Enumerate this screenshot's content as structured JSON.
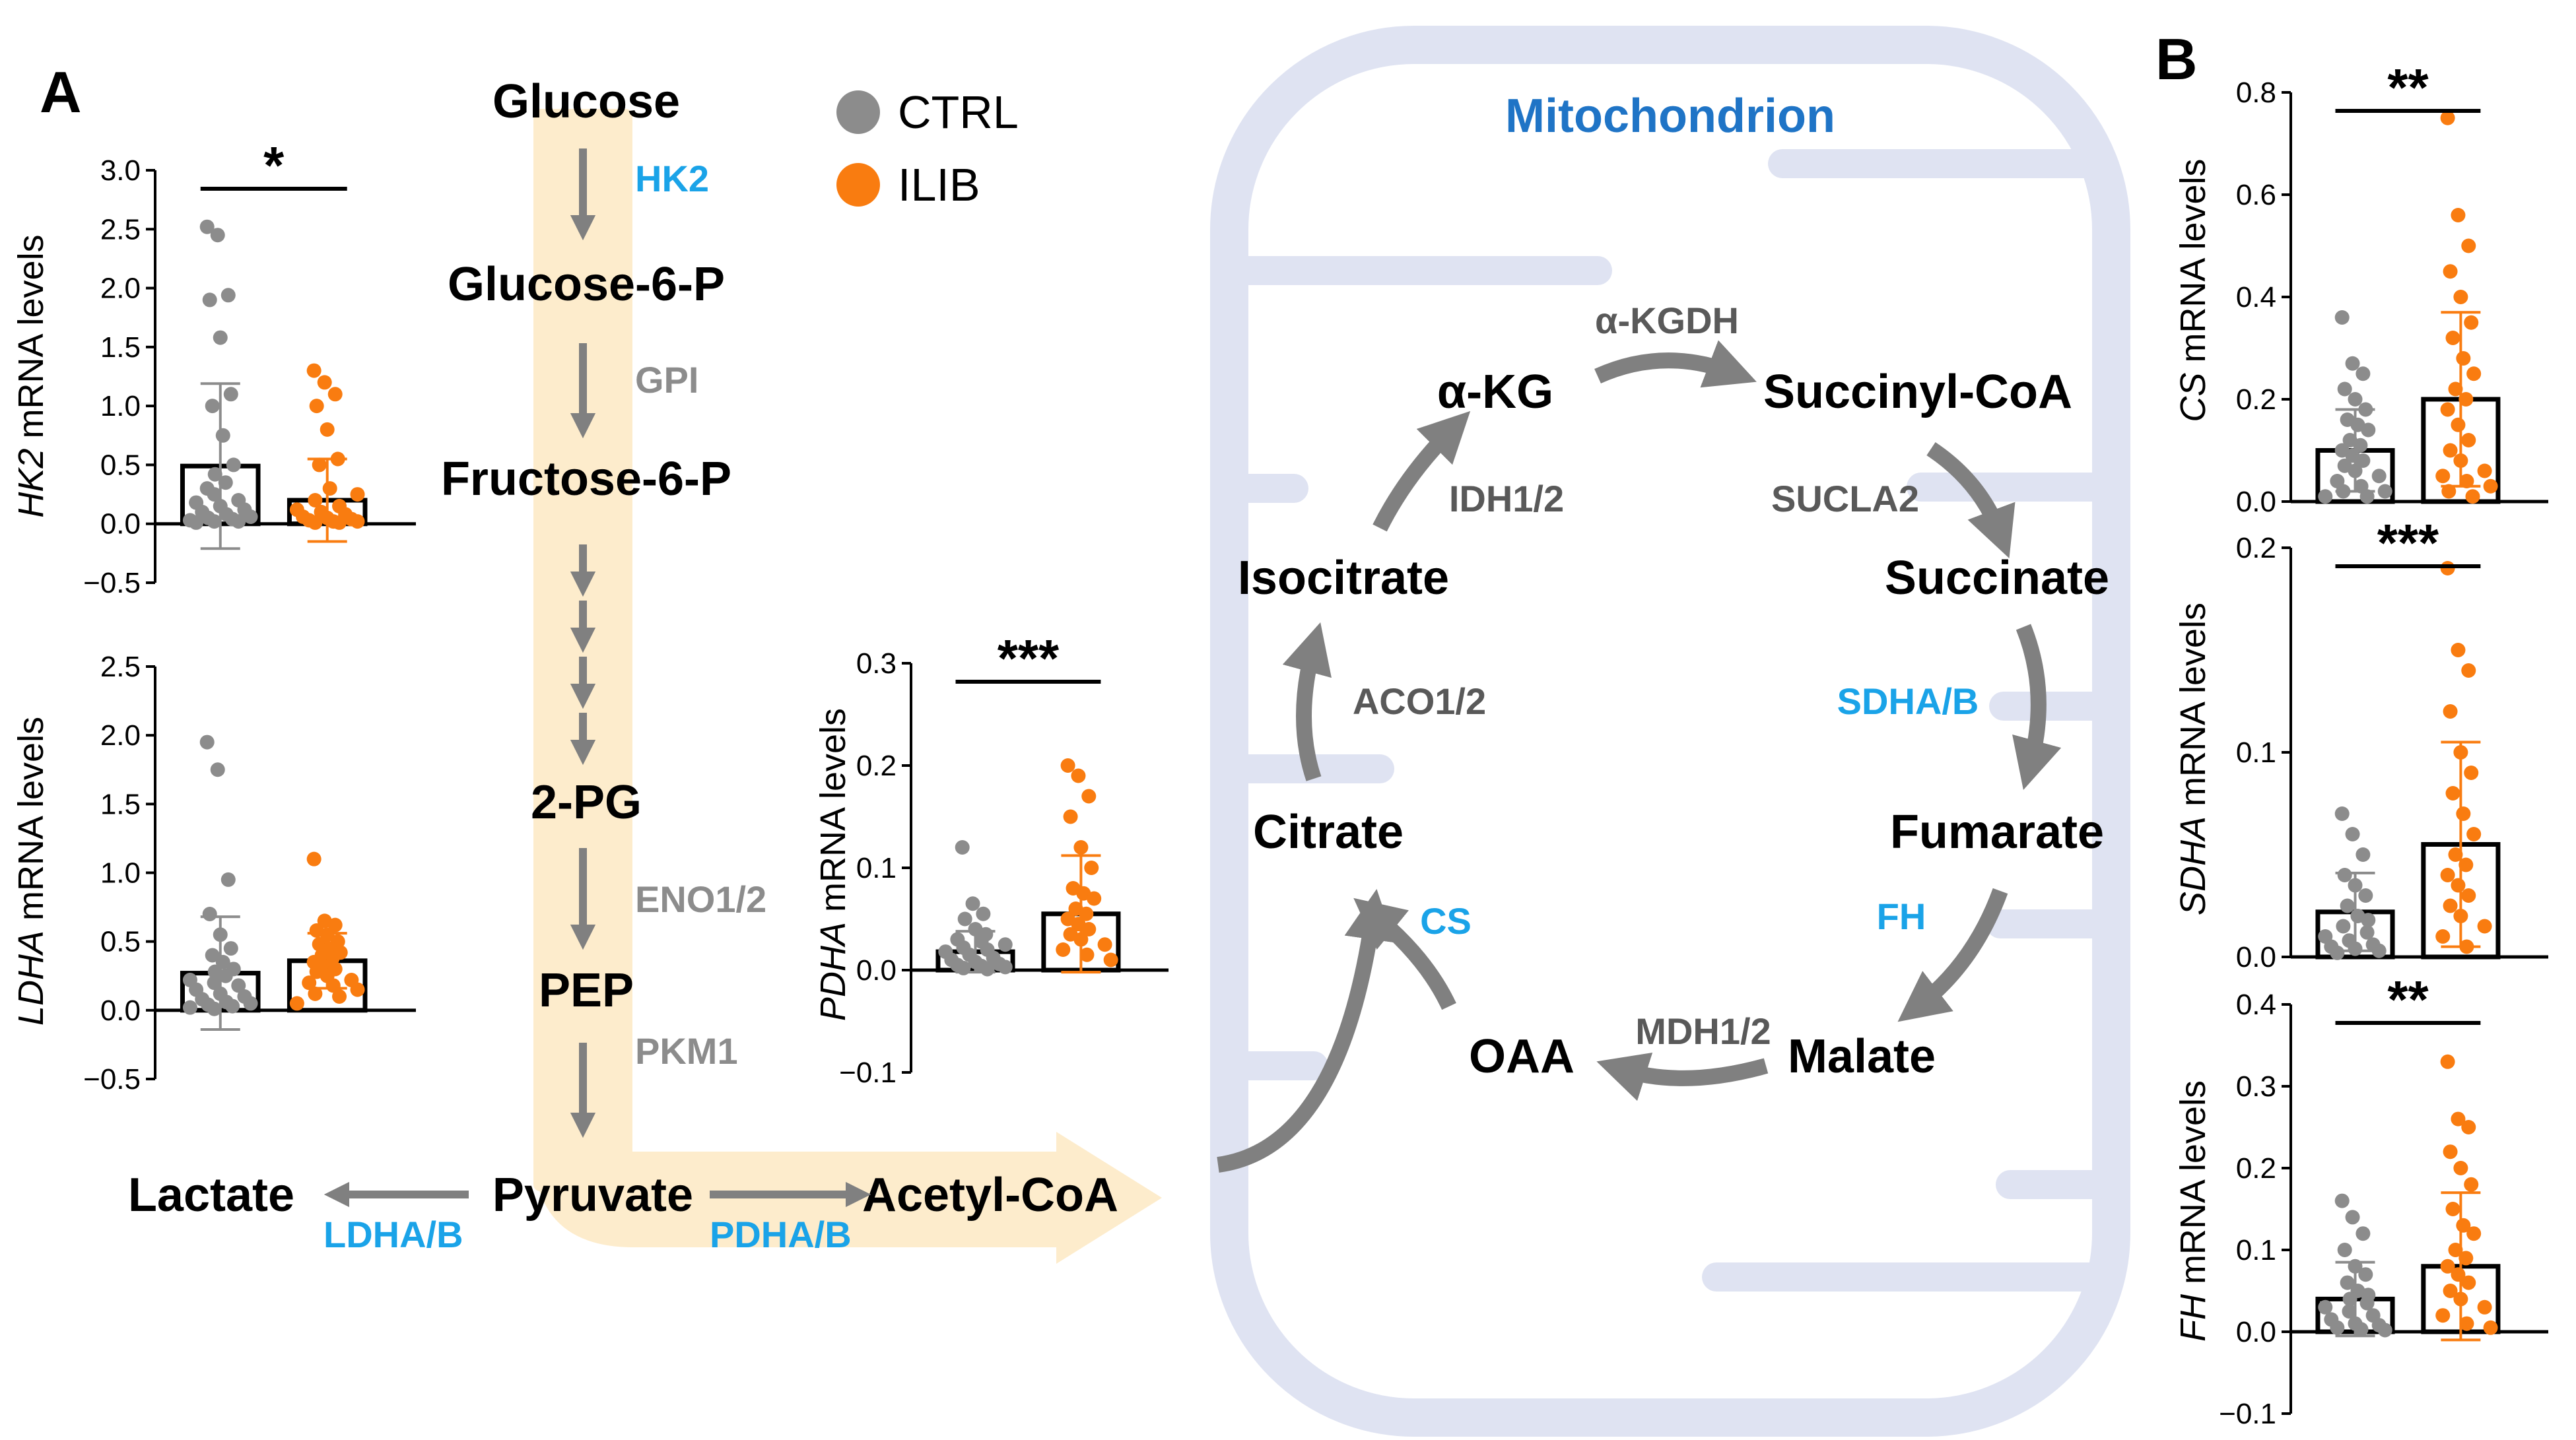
{
  "panel_labels": {
    "a": "A",
    "b": "B"
  },
  "legend": [
    {
      "label": "CTRL",
      "color": "#8c8c8c"
    },
    {
      "label": "ILIB",
      "color": "#f97c10"
    }
  ],
  "colors": {
    "ctrl": "#8c8c8c",
    "ilib": "#f97c10",
    "arrow": "#808080",
    "enzyme_blue": "#1aa3e8",
    "enzyme_grey": "#8c8c8c",
    "glycolysis_band": "#fdeccc",
    "mitochondrion": "#dfe3f2",
    "mito_title": "#1f74c6"
  },
  "glycolysis": {
    "glucose": "Glucose",
    "g6p": "Glucose-6-P",
    "f6p": "Fructose-6-P",
    "pg2": "2-PG",
    "pep": "PEP",
    "pyruvate": "Pyruvate",
    "lactate": "Lactate",
    "acetylcoa": "Acetyl-CoA",
    "hk2": "HK2",
    "gpi": "GPI",
    "eno": "ENO1/2",
    "pkm": "PKM1",
    "ldh": "LDHA/B",
    "pdh": "PDHA/B"
  },
  "mito": {
    "title": "Mitochondrion",
    "akg": "α-KG",
    "succoa": "Succinyl-CoA",
    "succinate": "Succinate",
    "fumarate": "Fumarate",
    "malate": "Malate",
    "oaa": "OAA",
    "citrate": "Citrate",
    "isocitrate": "Isocitrate",
    "akgdh": "α-KGDH",
    "sucla2": "SUCLA2",
    "sdh": "SDHA/B",
    "fh": "FH",
    "mdh": "MDH1/2",
    "cs": "CS",
    "aco": "ACO1/2",
    "idh": "IDH1/2"
  },
  "chart_data": [
    {
      "id": "hk2",
      "type": "bar",
      "gene": "HK2",
      "ylabel_suffix": " mRNA levels",
      "categories": [
        "CTRL",
        "ILIB"
      ],
      "ylim": [
        -0.5,
        3.0
      ],
      "ticks": [
        "3.0",
        "2.5",
        "2.0",
        "1.5",
        "1.0",
        "0.5",
        "0.0",
        "−0.5"
      ],
      "tick_values": [
        3.0,
        2.5,
        2.0,
        1.5,
        1.0,
        0.5,
        0.0,
        -0.5
      ],
      "significance": "*",
      "series": [
        {
          "name": "CTRL",
          "mean": 0.49,
          "sd": 0.7,
          "points": [
            2.52,
            2.45,
            1.94,
            1.9,
            1.58,
            1.1,
            1.0,
            0.75,
            0.5,
            0.42,
            0.35,
            0.3,
            0.25,
            0.2,
            0.18,
            0.15,
            0.12,
            0.1,
            0.08,
            0.06,
            0.05,
            0.04,
            0.03,
            0.02,
            0.02,
            0.01
          ]
        },
        {
          "name": "ILIB",
          "mean": 0.2,
          "sd": 0.35,
          "points": [
            1.3,
            1.2,
            1.1,
            1.0,
            0.8,
            0.55,
            0.5,
            0.3,
            0.25,
            0.2,
            0.15,
            0.12,
            0.1,
            0.08,
            0.06,
            0.05,
            0.04,
            0.03,
            0.02,
            0.02,
            0.01,
            0.01
          ]
        }
      ]
    },
    {
      "id": "ldha",
      "type": "bar",
      "gene": "LDHA",
      "ylabel_suffix": " mRNA levels",
      "categories": [
        "CTRL",
        "ILIB"
      ],
      "ylim": [
        -0.5,
        2.5
      ],
      "ticks": [
        "2.5",
        "2.0",
        "1.5",
        "1.0",
        "0.5",
        "0.0",
        "−0.5"
      ],
      "tick_values": [
        2.5,
        2.0,
        1.5,
        1.0,
        0.5,
        0.0,
        -0.5
      ],
      "significance": "",
      "series": [
        {
          "name": "CTRL",
          "mean": 0.27,
          "sd": 0.41,
          "points": [
            1.95,
            1.75,
            0.95,
            0.7,
            0.55,
            0.45,
            0.4,
            0.35,
            0.3,
            0.28,
            0.25,
            0.22,
            0.2,
            0.18,
            0.15,
            0.12,
            0.1,
            0.08,
            0.06,
            0.05,
            0.04,
            0.03,
            0.02,
            0.01
          ]
        },
        {
          "name": "ILIB",
          "mean": 0.36,
          "sd": 0.2,
          "points": [
            1.1,
            0.65,
            0.62,
            0.58,
            0.55,
            0.5,
            0.48,
            0.45,
            0.42,
            0.4,
            0.38,
            0.35,
            0.32,
            0.3,
            0.28,
            0.25,
            0.22,
            0.2,
            0.18,
            0.15,
            0.12,
            0.1,
            0.05
          ]
        }
      ]
    },
    {
      "id": "pdha",
      "type": "bar",
      "gene": "PDHA",
      "ylabel_suffix": " mRNA levels",
      "categories": [
        "CTRL",
        "ILIB"
      ],
      "ylim": [
        -0.1,
        0.3
      ],
      "ticks": [
        "0.3",
        "0.2",
        "0.1",
        "0.0",
        "−0.1"
      ],
      "tick_values": [
        0.3,
        0.2,
        0.1,
        0.0,
        -0.1
      ],
      "significance": "***",
      "series": [
        {
          "name": "CTRL",
          "mean": 0.018,
          "sd": 0.02,
          "points": [
            0.12,
            0.065,
            0.055,
            0.05,
            0.04,
            0.035,
            0.03,
            0.028,
            0.025,
            0.022,
            0.02,
            0.018,
            0.015,
            0.012,
            0.01,
            0.008,
            0.006,
            0.005,
            0.004,
            0.003,
            0.002,
            0.001
          ]
        },
        {
          "name": "ILIB",
          "mean": 0.055,
          "sd": 0.057,
          "points": [
            0.2,
            0.19,
            0.17,
            0.15,
            0.12,
            0.1,
            0.08,
            0.075,
            0.07,
            0.06,
            0.055,
            0.05,
            0.045,
            0.04,
            0.035,
            0.03,
            0.025,
            0.02,
            0.015,
            0.01
          ]
        }
      ]
    },
    {
      "id": "cs",
      "type": "bar",
      "gene": "CS",
      "ylabel_suffix": " mRNA levels",
      "categories": [
        "CTRL",
        "ILIB"
      ],
      "ylim": [
        0.0,
        0.8
      ],
      "ticks": [
        "0.8",
        "0.6",
        "0.4",
        "0.2",
        "0.0"
      ],
      "tick_values": [
        0.8,
        0.6,
        0.4,
        0.2,
        0.0
      ],
      "significance": "**",
      "series": [
        {
          "name": "CTRL",
          "mean": 0.1,
          "sd": 0.08,
          "points": [
            0.36,
            0.27,
            0.25,
            0.22,
            0.2,
            0.18,
            0.16,
            0.15,
            0.14,
            0.12,
            0.11,
            0.1,
            0.09,
            0.08,
            0.07,
            0.06,
            0.05,
            0.04,
            0.03,
            0.02,
            0.02,
            0.01,
            0.01
          ]
        },
        {
          "name": "ILIB",
          "mean": 0.2,
          "sd": 0.17,
          "points": [
            0.75,
            0.56,
            0.5,
            0.45,
            0.4,
            0.35,
            0.32,
            0.28,
            0.25,
            0.22,
            0.2,
            0.18,
            0.15,
            0.12,
            0.1,
            0.08,
            0.06,
            0.05,
            0.04,
            0.03,
            0.02,
            0.01
          ]
        }
      ]
    },
    {
      "id": "sdha",
      "type": "bar",
      "gene": "SDHA",
      "ylabel_suffix": " mRNA levels",
      "categories": [
        "CTRL",
        "ILIB"
      ],
      "ylim": [
        0.0,
        0.2
      ],
      "ticks": [
        "0.2",
        "0.1",
        "0.0"
      ],
      "tick_values": [
        0.2,
        0.1,
        0.0
      ],
      "significance": "***",
      "series": [
        {
          "name": "CTRL",
          "mean": 0.022,
          "sd": 0.019,
          "points": [
            0.07,
            0.06,
            0.05,
            0.04,
            0.035,
            0.03,
            0.025,
            0.02,
            0.018,
            0.015,
            0.012,
            0.01,
            0.008,
            0.006,
            0.005,
            0.004,
            0.003,
            0.002
          ]
        },
        {
          "name": "ILIB",
          "mean": 0.055,
          "sd": 0.05,
          "points": [
            0.19,
            0.15,
            0.14,
            0.12,
            0.1,
            0.09,
            0.08,
            0.07,
            0.06,
            0.05,
            0.045,
            0.04,
            0.035,
            0.03,
            0.025,
            0.02,
            0.015,
            0.01,
            0.005
          ]
        }
      ]
    },
    {
      "id": "fh",
      "type": "bar",
      "gene": "FH",
      "ylabel_suffix": " mRNA levels",
      "categories": [
        "CTRL",
        "ILIB"
      ],
      "ylim": [
        -0.1,
        0.4
      ],
      "ticks": [
        "0.4",
        "0.3",
        "0.2",
        "0.1",
        "0.0",
        "−0.1"
      ],
      "tick_values": [
        0.4,
        0.3,
        0.2,
        0.1,
        0.0,
        -0.1
      ],
      "significance": "**",
      "series": [
        {
          "name": "CTRL",
          "mean": 0.04,
          "sd": 0.045,
          "points": [
            0.16,
            0.14,
            0.12,
            0.1,
            0.08,
            0.07,
            0.06,
            0.05,
            0.045,
            0.04,
            0.035,
            0.03,
            0.025,
            0.02,
            0.015,
            0.01,
            0.008,
            0.005,
            0.003,
            0.002
          ]
        },
        {
          "name": "ILIB",
          "mean": 0.08,
          "sd": 0.09,
          "points": [
            0.33,
            0.26,
            0.25,
            0.22,
            0.2,
            0.18,
            0.15,
            0.13,
            0.12,
            0.1,
            0.09,
            0.08,
            0.07,
            0.06,
            0.05,
            0.04,
            0.03,
            0.02,
            0.01,
            0.005
          ]
        }
      ]
    }
  ]
}
